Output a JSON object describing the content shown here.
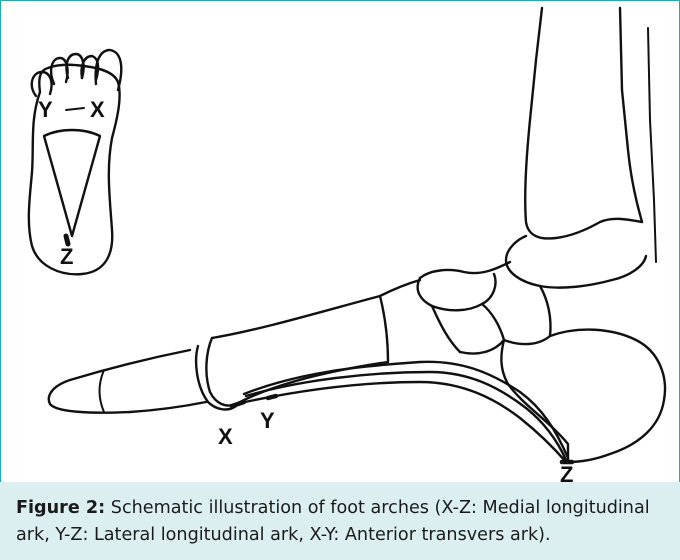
{
  "figure": {
    "labels": {
      "footprint_y": "Y",
      "footprint_x": "X",
      "footprint_z": "Z",
      "arch_x": "X",
      "arch_y": "Y",
      "arch_z": "Z"
    }
  },
  "caption": {
    "title": "Figure 2:",
    "text": " Schematic illustration of foot arches (X-Z: Medial longitudinal ark, Y-Z: Lateral longitudinal ark, X-Y: Anterior transvers ark)."
  },
  "colors": {
    "frame_border": "#2aa7a7",
    "caption_background": "#dceff0",
    "line": "#111111"
  }
}
